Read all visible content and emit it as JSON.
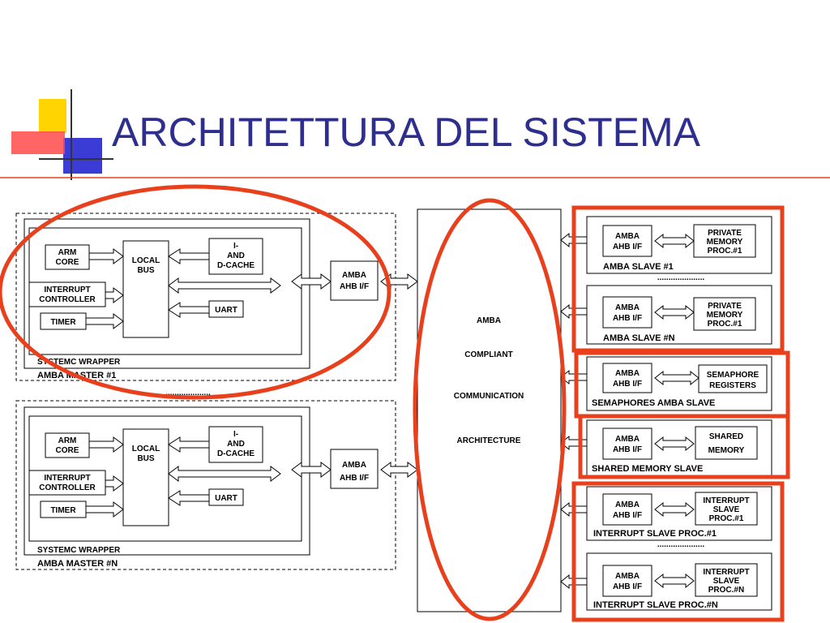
{
  "title": "ARCHITETTURA DEL SISTEMA",
  "colors": {
    "title": "#2e2e8f",
    "highlight": "#e8401c",
    "rule": "#e8401c",
    "logo_yellow": "#ffd400",
    "logo_blue": "#3b3bd6",
    "logo_red": "#ff4a4a"
  },
  "masters": [
    {
      "arm_core": [
        "ARM",
        "CORE"
      ],
      "local_bus": [
        "LOCAL",
        "BUS"
      ],
      "cache": [
        "I-",
        "AND",
        "D-CACHE"
      ],
      "interrupt": [
        "INTERRUPT",
        "CONTROLLER"
      ],
      "timer": "TIMER",
      "uart": "UART",
      "ahb": [
        "AMBA",
        "AHB I/F"
      ],
      "wrapper": "SYSTEMC WRAPPER",
      "name": "AMBA MASTER #1"
    },
    {
      "arm_core": [
        "ARM",
        "CORE"
      ],
      "local_bus": [
        "LOCAL",
        "BUS"
      ],
      "cache": [
        "I-",
        "AND",
        "D-CACHE"
      ],
      "interrupt": [
        "INTERRUPT",
        "CONTROLLER"
      ],
      "timer": "TIMER",
      "uart": "UART",
      "ahb": [
        "AMBA",
        "AHB I/F"
      ],
      "wrapper": "SYSTEMC WRAPPER",
      "name": "AMBA MASTER #N"
    }
  ],
  "master_dots": "....................",
  "bus": [
    "AMBA",
    "COMPLIANT",
    "COMMUNICATION",
    "ARCHITECTURE"
  ],
  "slaves": [
    {
      "ahb": [
        "AMBA",
        "AHB I/F"
      ],
      "device": [
        "PRIVATE",
        "MEMORY",
        "PROC.#1"
      ],
      "name": "AMBA SLAVE #1"
    },
    {
      "ahb": [
        "AMBA",
        "AHB I/F"
      ],
      "device": [
        "PRIVATE",
        "MEMORY",
        "PROC.#1"
      ],
      "name": "AMBA SLAVE #N"
    },
    {
      "ahb": [
        "AMBA",
        "AHB I/F"
      ],
      "device": [
        "SEMAPHORE",
        "REGISTERS"
      ],
      "name": "SEMAPHORES AMBA SLAVE"
    },
    {
      "ahb": [
        "AMBA",
        "AHB I/F"
      ],
      "device": [
        "SHARED",
        "MEMORY"
      ],
      "name": "SHARED MEMORY SLAVE"
    },
    {
      "ahb": [
        "AMBA",
        "AHB I/F"
      ],
      "device": [
        "INTERRUPT",
        "SLAVE",
        "PROC.#1"
      ],
      "name": "INTERRUPT SLAVE PROC.#1"
    },
    {
      "ahb": [
        "AMBA",
        "AHB I/F"
      ],
      "device": [
        "INTERRUPT",
        "SLAVE",
        "PROC.#N"
      ],
      "name": "INTERRUPT SLAVE PROC.#N"
    }
  ],
  "slave_dots": [
    ".....................",
    "....................."
  ]
}
